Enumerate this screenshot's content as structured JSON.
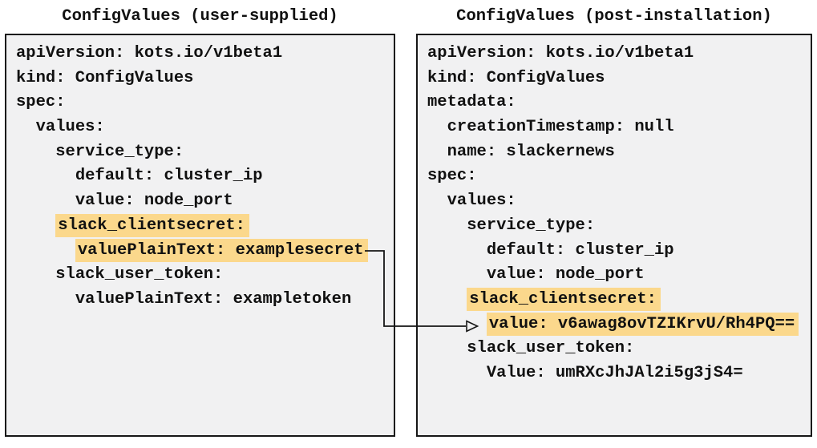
{
  "colors": {
    "page_bg": "#ffffff",
    "panel_bg": "#f1f1f2",
    "panel_border": "#161616",
    "text": "#111111",
    "highlight": "#fbd88c",
    "arrow": "#161616"
  },
  "panels": [
    {
      "title": "ConfigValues (user-supplied)",
      "lines": [
        {
          "indent": "",
          "text": "apiVersion: kots.io/v1beta1",
          "highlight": false
        },
        {
          "indent": "",
          "text": "kind: ConfigValues",
          "highlight": false
        },
        {
          "indent": "",
          "text": "spec:",
          "highlight": false
        },
        {
          "indent": "  ",
          "text": "values:",
          "highlight": false
        },
        {
          "indent": "    ",
          "text": "service_type:",
          "highlight": false
        },
        {
          "indent": "      ",
          "text": "default: cluster_ip",
          "highlight": false
        },
        {
          "indent": "      ",
          "text": "value: node_port",
          "highlight": false
        },
        {
          "indent": "    ",
          "text": "slack_clientsecret:",
          "highlight": true
        },
        {
          "indent": "      ",
          "text": "valuePlainText: examplesecret",
          "highlight": true
        },
        {
          "indent": "    ",
          "text": "slack_user_token:",
          "highlight": false
        },
        {
          "indent": "      ",
          "text": "valuePlainText: exampletoken",
          "highlight": false
        }
      ]
    },
    {
      "title": "ConfigValues (post-installation)",
      "lines": [
        {
          "indent": "",
          "text": "apiVersion: kots.io/v1beta1",
          "highlight": false
        },
        {
          "indent": "",
          "text": "kind: ConfigValues",
          "highlight": false
        },
        {
          "indent": "",
          "text": "metadata:",
          "highlight": false
        },
        {
          "indent": "  ",
          "text": "creationTimestamp: null",
          "highlight": false
        },
        {
          "indent": "  ",
          "text": "name: slackernews",
          "highlight": false
        },
        {
          "indent": "",
          "text": "spec:",
          "highlight": false
        },
        {
          "indent": "  ",
          "text": "values:",
          "highlight": false
        },
        {
          "indent": "    ",
          "text": "service_type:",
          "highlight": false
        },
        {
          "indent": "      ",
          "text": "default: cluster_ip",
          "highlight": false
        },
        {
          "indent": "      ",
          "text": "value: node_port",
          "highlight": false
        },
        {
          "indent": "    ",
          "text": "slack_clientsecret:",
          "highlight": true
        },
        {
          "indent": "      ",
          "text": "value: v6awag8ovTZIKrvU/Rh4PQ==",
          "highlight": true
        },
        {
          "indent": "    ",
          "text": "slack_user_token:",
          "highlight": false
        },
        {
          "indent": "      ",
          "text": "Value: umRXcJhJAl2i5g3jS4=",
          "highlight": false
        }
      ]
    }
  ]
}
